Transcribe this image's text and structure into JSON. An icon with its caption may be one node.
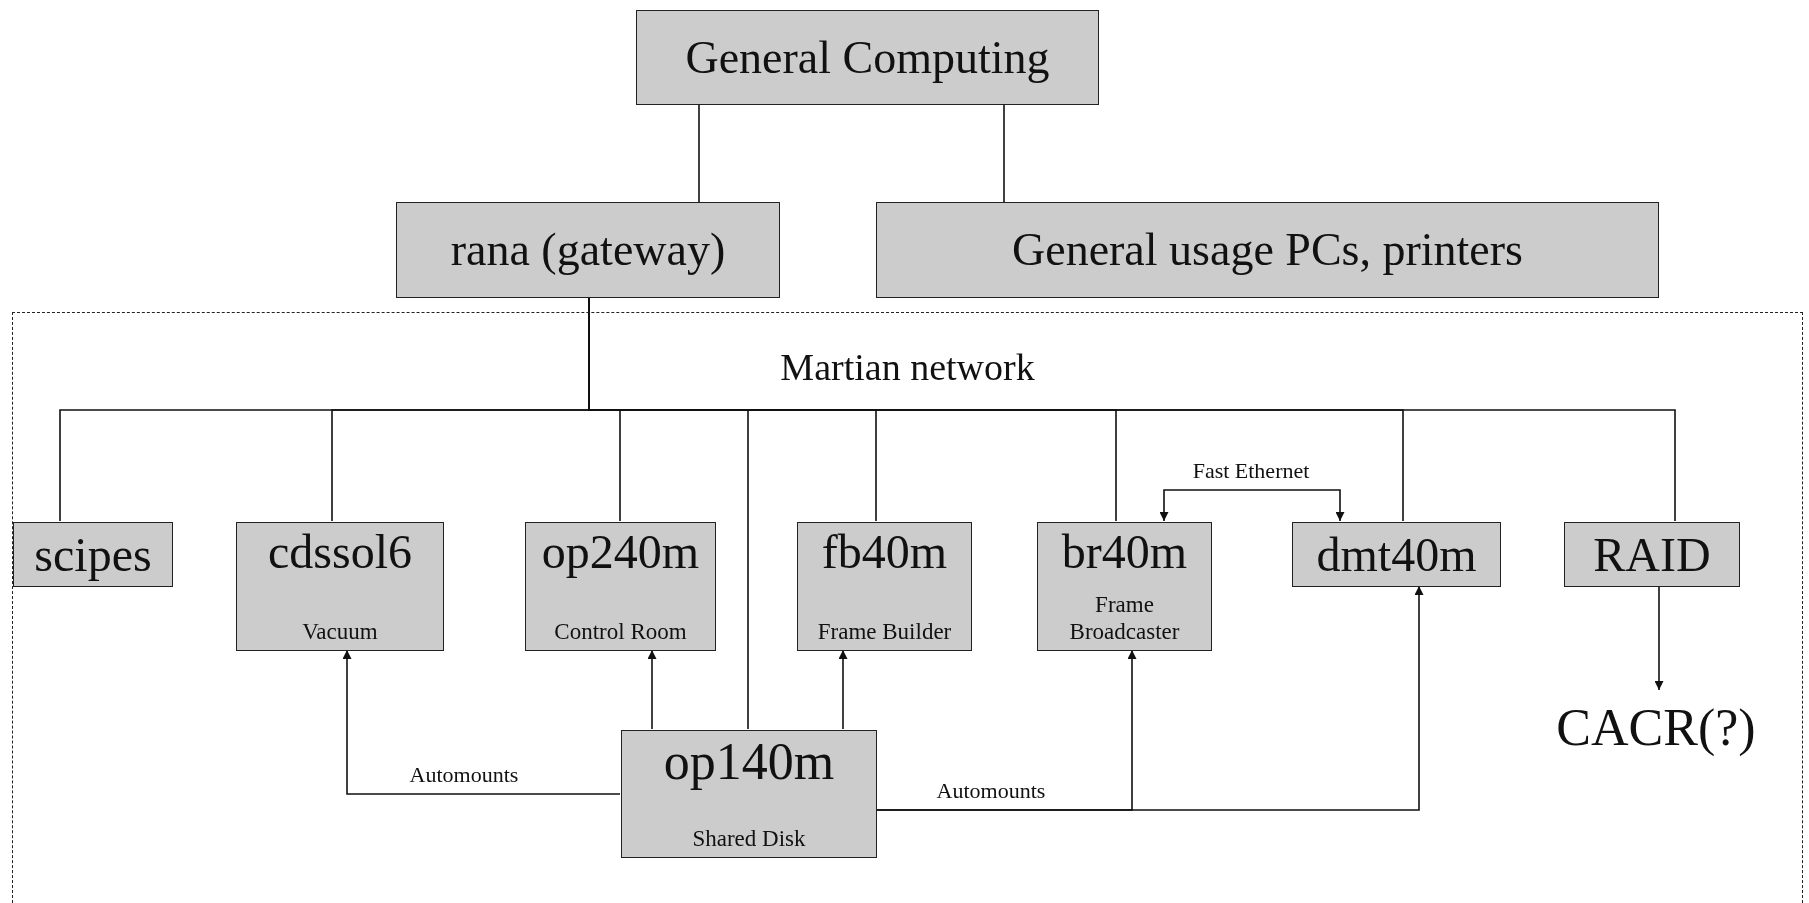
{
  "diagram": {
    "nodes": [
      {
        "text": [
          "General Computing"
        ]
      },
      {
        "text": [
          "rana (gateway)"
        ]
      },
      {
        "text": [
          "General usage PCs, printers"
        ]
      },
      {
        "text": [
          "Martian network"
        ]
      },
      {
        "text": [
          "scipes"
        ],
        "in": 3
      },
      {
        "text": [
          "cdssol6",
          "Vacuum"
        ],
        "in": 3
      },
      {
        "text": [
          "op240m",
          "Control Room"
        ],
        "in": 3
      },
      {
        "text": [
          "fb40m",
          "Frame Builder"
        ],
        "in": 3
      },
      {
        "text": [
          "br40m",
          "Frame Broadcaster"
        ],
        "in": 3
      },
      {
        "text": [
          "dmt40m"
        ],
        "in": 3
      },
      {
        "text": [
          "RAID"
        ],
        "in": 3
      },
      {
        "text": [
          "op140m",
          "Shared Disk"
        ],
        "in": 3
      },
      {
        "text": [
          "CACR(?)"
        ],
        "in": 3
      }
    ],
    "edges": [
      {
        "from": 0,
        "to": 1,
        "arrow": "none"
      },
      {
        "from": 0,
        "to": 2,
        "arrow": "none"
      },
      {
        "from": 1,
        "to": 4,
        "arrow": "none"
      },
      {
        "from": 1,
        "to": 5,
        "arrow": "none"
      },
      {
        "from": 1,
        "to": 6,
        "arrow": "none"
      },
      {
        "from": 1,
        "to": 7,
        "arrow": "none"
      },
      {
        "from": 1,
        "to": 8,
        "arrow": "none"
      },
      {
        "from": 1,
        "to": 9,
        "arrow": "none"
      },
      {
        "from": 1,
        "to": 10,
        "arrow": "none"
      },
      {
        "from": 1,
        "to": 11,
        "arrow": "none"
      },
      {
        "from": 8,
        "to": 9,
        "arrow": "both",
        "label": "Fast Ethernet"
      },
      {
        "from": 10,
        "to": 12,
        "arrow": "to"
      },
      {
        "from": 11,
        "to": 5,
        "arrow": "to",
        "label": "Automounts"
      },
      {
        "from": 11,
        "to": 6,
        "arrow": "to"
      },
      {
        "from": 11,
        "to": 7,
        "arrow": "to"
      },
      {
        "from": 11,
        "to": 8,
        "arrow": "to",
        "label": "Automounts"
      },
      {
        "from": 11,
        "to": 9,
        "arrow": "to"
      }
    ]
  }
}
